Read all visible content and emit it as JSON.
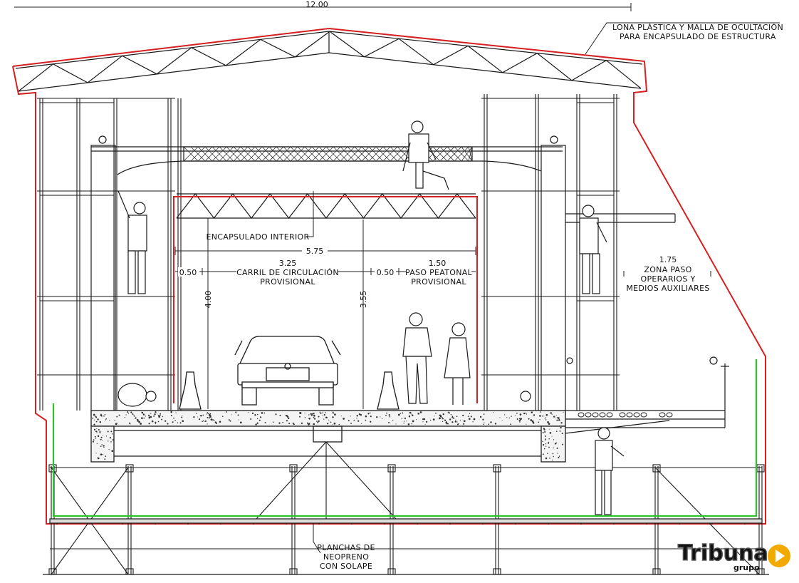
{
  "dimensions": {
    "overall_width": "12.00",
    "inner_width": "5.75",
    "lane_width": "3.25",
    "walkway_width": "1.50",
    "left_gap": "0.50",
    "mid_gap": "0.50",
    "side_zone_width": "1.75",
    "clearance_total": "4.00",
    "clearance_net": "3.55"
  },
  "labels": {
    "outer_cover": [
      "LONA PLÁSTICA Y MALLA DE OCULTACIÓN",
      "PARA ENCAPSULADO DE ESTRUCTURA"
    ],
    "inner_cover": "ENCAPSULADO INTERIOR",
    "lane": [
      "CARRIL DE CIRCULACIÓN",
      "PROVISIONAL"
    ],
    "walkway": [
      "PASO PEATONAL",
      "PROVISIONAL"
    ],
    "side_zone": [
      "ZONA PASO",
      "OPERARIOS Y",
      "MEDIOS AUXILIARES"
    ],
    "neoprene": [
      "PLANCHAS DE",
      "NEOPRENO",
      "CON SOLAPE"
    ]
  },
  "logo": {
    "text": "Tribuna",
    "subtext": "grupo"
  },
  "colors": {
    "line": "#1a1a1a",
    "cover": "#d42020",
    "neoprene": "#2fc22f",
    "logo": "#f2a900"
  }
}
